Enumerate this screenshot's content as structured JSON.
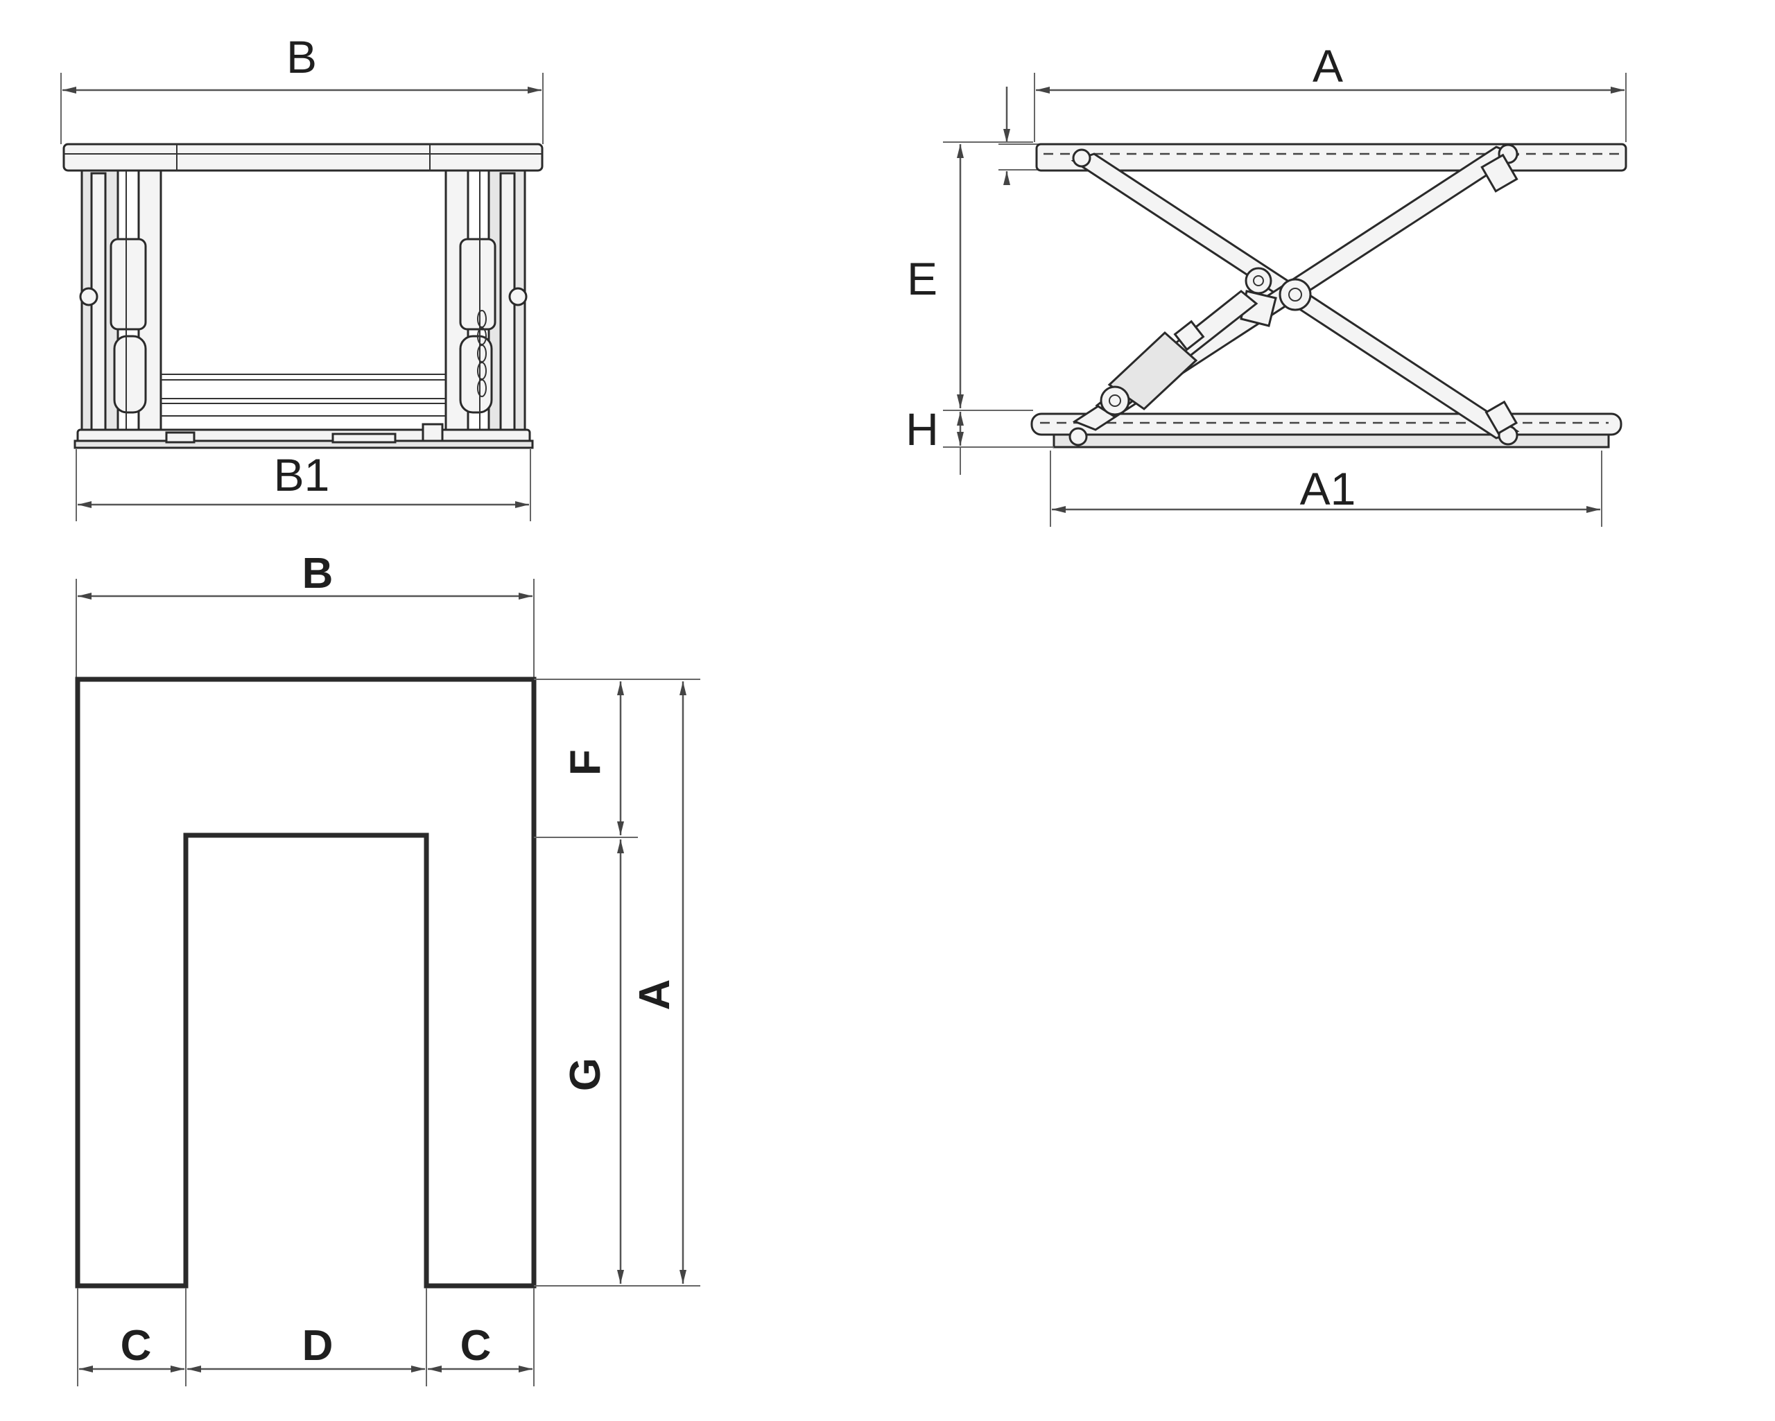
{
  "front_view": {
    "label_top": "B",
    "label_bottom": "B1"
  },
  "side_view": {
    "label_top": "A",
    "label_height": "E",
    "label_base": "H",
    "label_bottom": "A1"
  },
  "plan_view": {
    "label_width": "B",
    "label_length": "A",
    "label_front": "F",
    "label_cutout_depth": "G",
    "label_side_left": "C",
    "label_cutout_width": "D",
    "label_side_right": "C"
  }
}
